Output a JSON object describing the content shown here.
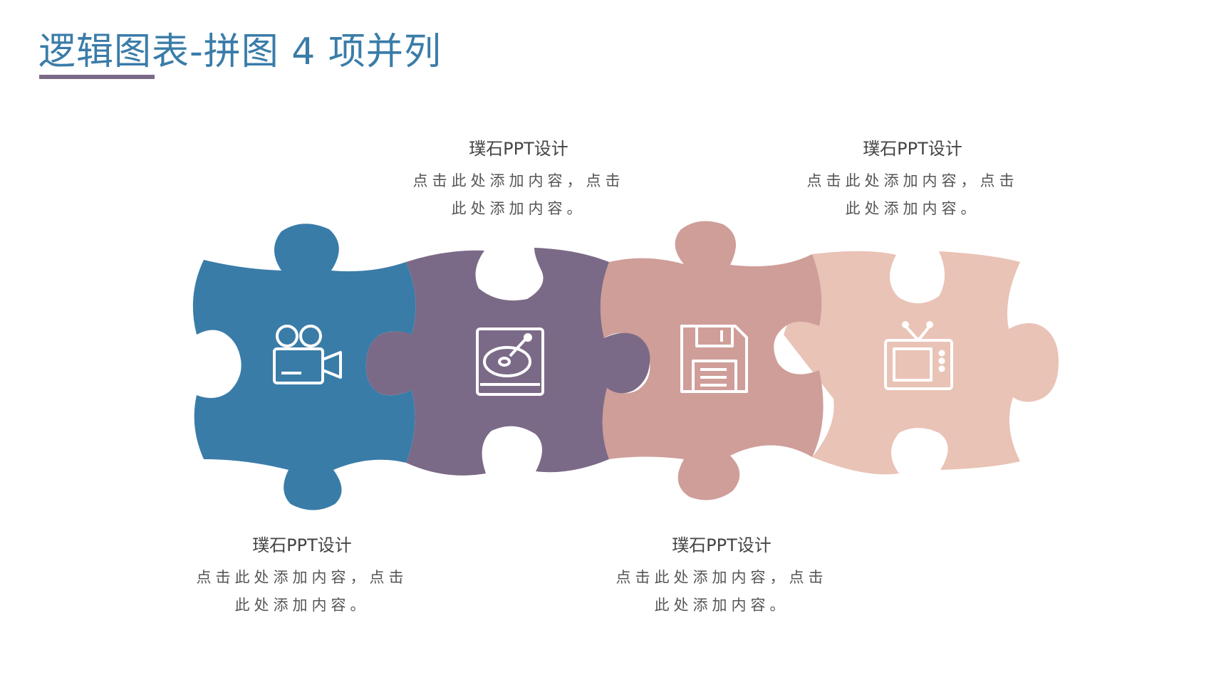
{
  "title": "逻辑图表-拼图 4 项并列",
  "colors": {
    "title": "#3a7ca8",
    "underline": "#7b6a87",
    "piece1": "#3a7ca8",
    "piece2": "#7b6a87",
    "piece3": "#cf9e99",
    "piece4": "#e9c3b6",
    "icon": "#ffffff"
  },
  "pieces": [
    {
      "icon": "video-camera-icon"
    },
    {
      "icon": "hard-drive-icon"
    },
    {
      "icon": "floppy-disk-icon"
    },
    {
      "icon": "television-icon"
    }
  ],
  "captions": {
    "bottom_left": {
      "heading": "璞石PPT设计",
      "line1": "点击此处添加内容，点击",
      "line2": "此处添加内容。"
    },
    "top_left": {
      "heading": "璞石PPT设计",
      "line1": "点击此处添加内容，点击",
      "line2": "此处添加内容。"
    },
    "bottom_right": {
      "heading": "璞石PPT设计",
      "line1": "点击此处添加内容，点击",
      "line2": "此处添加内容。"
    },
    "top_right": {
      "heading": "璞石PPT设计",
      "line1": "点击此处添加内容，点击",
      "line2": "此处添加内容。"
    }
  }
}
